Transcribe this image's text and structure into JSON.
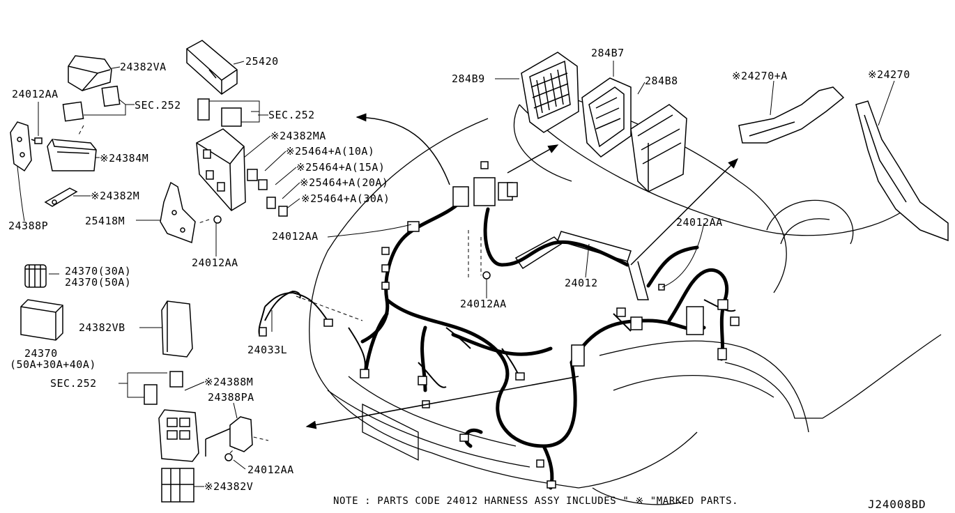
{
  "diagram": {
    "note": "NOTE : PARTS CODE 24012  HARNESS ASSY INCLUDES \" ※ \"MARKED PARTS.",
    "drawing_code": "J24008BD",
    "labels": {
      "p24382VA": "24382VA",
      "p25420": "25420",
      "p24012AA_tl": "24012AA",
      "sec252_a": "SEC.252",
      "sec252_b": "SEC.252",
      "p24384M": "※24384M",
      "p24382MA": "※24382MA",
      "p25464_10": "※25464+A(10A)",
      "p25464_15": "※25464+A(15A)",
      "p25464_20": "※25464+A(20A)",
      "p25464_30": "※25464+A(30A)",
      "p24382M": "※24382M",
      "p24388P": "24388P",
      "p25418M": "25418M",
      "p24012AA_mid": "24012AA",
      "p24012AA_bolt": "24012AA",
      "p24370_30": "24370(30A)",
      "p24370_50": "24370(50A)",
      "p24370": "24370",
      "p24370_combo": "(50A+30A+40A)",
      "p24382VB": "24382VB",
      "sec252_c": "SEC.252",
      "p24388M": "※24388M",
      "p24388PA": "24388PA",
      "p24012AA_bl": "24012AA",
      "p24382V": "※24382V",
      "p24033L": "24033L",
      "p24012AA_center": "24012AA",
      "p24012": "24012",
      "p24012AA_right": "24012AA",
      "p284B9": "284B9",
      "p284B7": "284B7",
      "p284B8": "284B8",
      "p24270A": "※24270+A",
      "p24270": "※24270"
    }
  }
}
